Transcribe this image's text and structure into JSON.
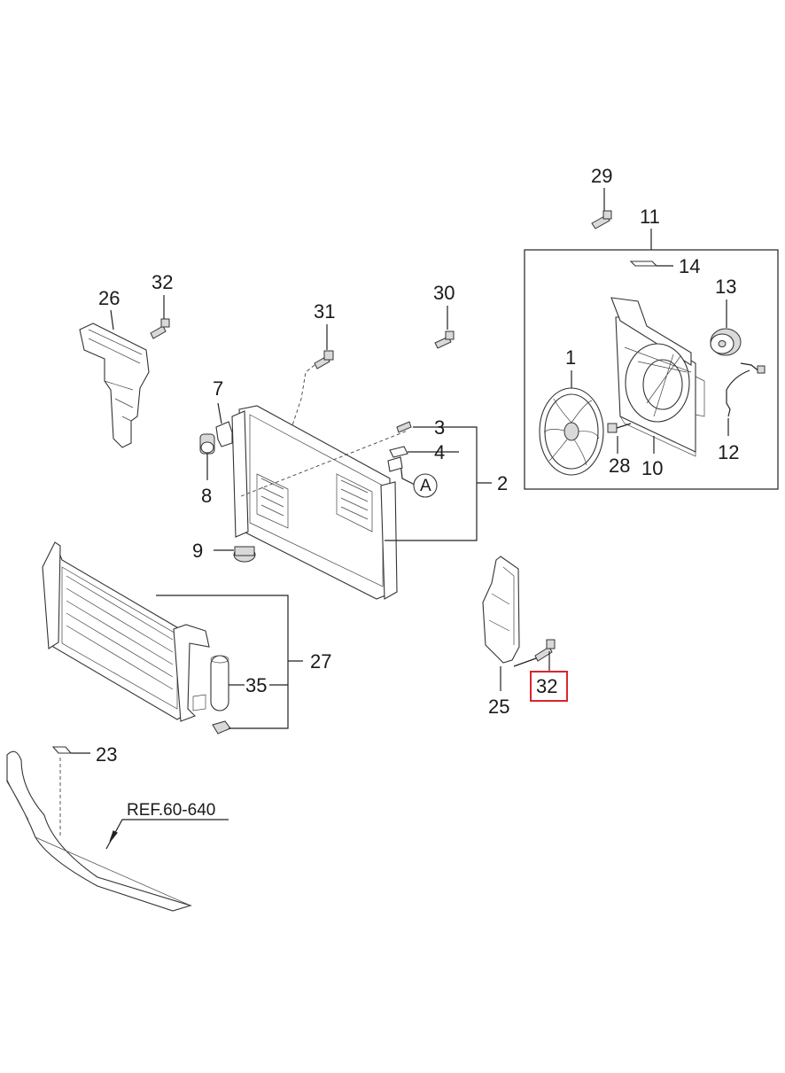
{
  "diagram": {
    "callouts": {
      "p1": "1",
      "p2": "2",
      "p3": "3",
      "p4": "4",
      "p7": "7",
      "p8": "8",
      "p9": "9",
      "p10": "10",
      "p11": "11",
      "p12": "12",
      "p13": "13",
      "p14": "14",
      "p23": "23",
      "p25": "25",
      "p26": "26",
      "p27": "27",
      "p28": "28",
      "p29": "29",
      "p30": "30",
      "p31": "31",
      "p32a": "32",
      "p32b": "32",
      "p35": "35"
    },
    "marker_a": "A",
    "reference": "REF.60-640",
    "highlighted_part": "32",
    "highlight_color": "#d9262c"
  }
}
